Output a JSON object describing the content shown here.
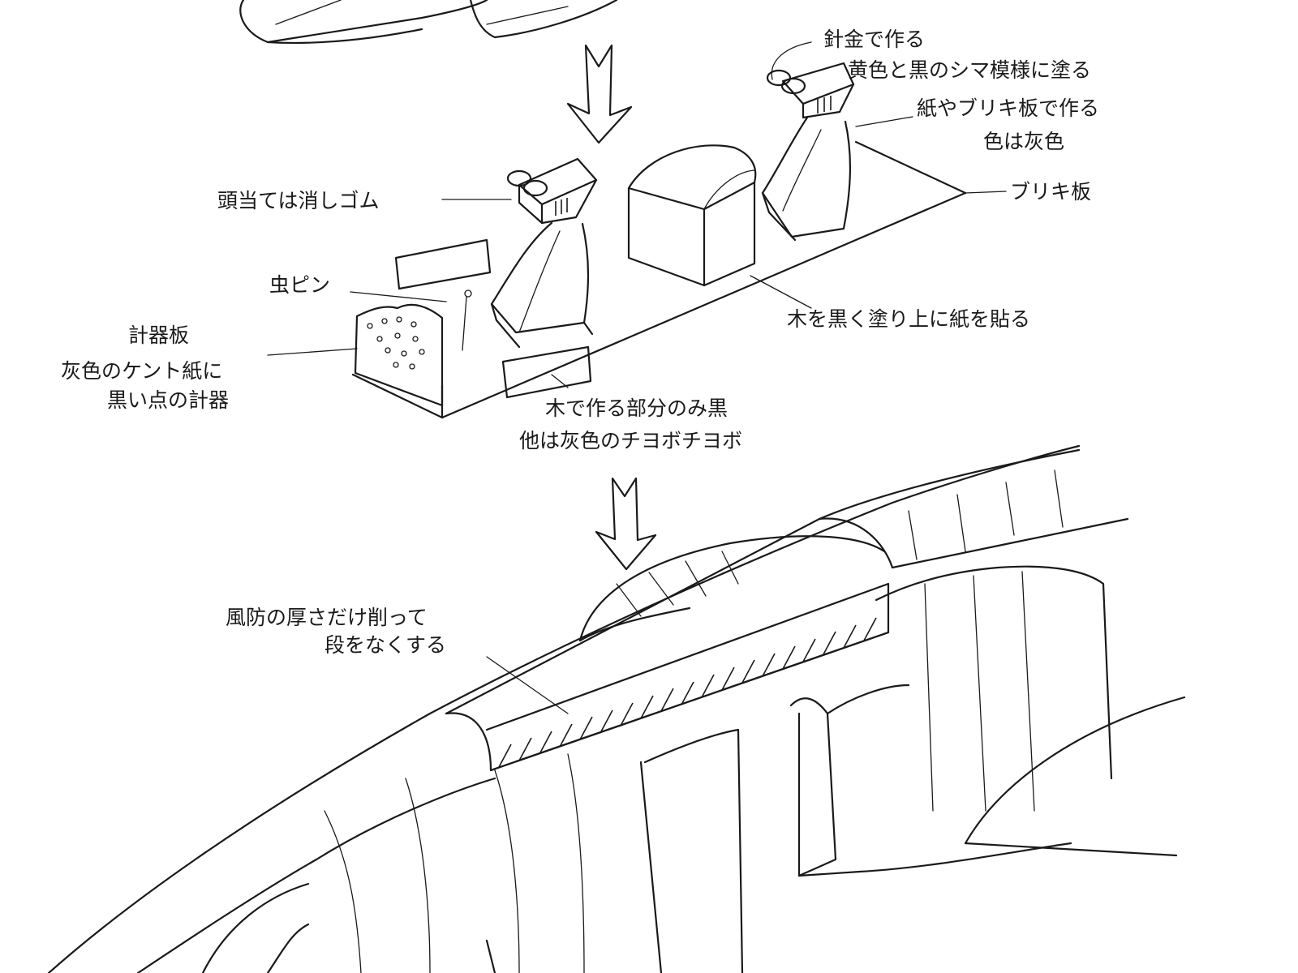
{
  "labels": {
    "wire": "針金で作る",
    "stripe": "黄色と黒のシマ模様に塗る",
    "paper_tin": "紙やブリキ板で作る",
    "grey": "色は灰色",
    "tin_plate": "ブリキ板",
    "headrest": "頭当ては消しゴム",
    "pin": "虫ピン",
    "panel_title": "計器板",
    "panel_line1": "灰色のケント紙に",
    "panel_line2": "黒い点の計器",
    "wood_black": "木を黒く塗り上に紙を貼る",
    "wood_line1": "木で作る部分のみ黒",
    "wood_line2": "他は灰色のチヨボチヨボ",
    "canopy_line1": "風防の厚さだけ削って",
    "canopy_line2": "段をなくする"
  },
  "icons": {
    "arrow_1": "down-arrow-icon",
    "arrow_2": "down-arrow-icon"
  },
  "colors": {
    "ink": "#1a1a1a",
    "paper": "#ffffff"
  }
}
